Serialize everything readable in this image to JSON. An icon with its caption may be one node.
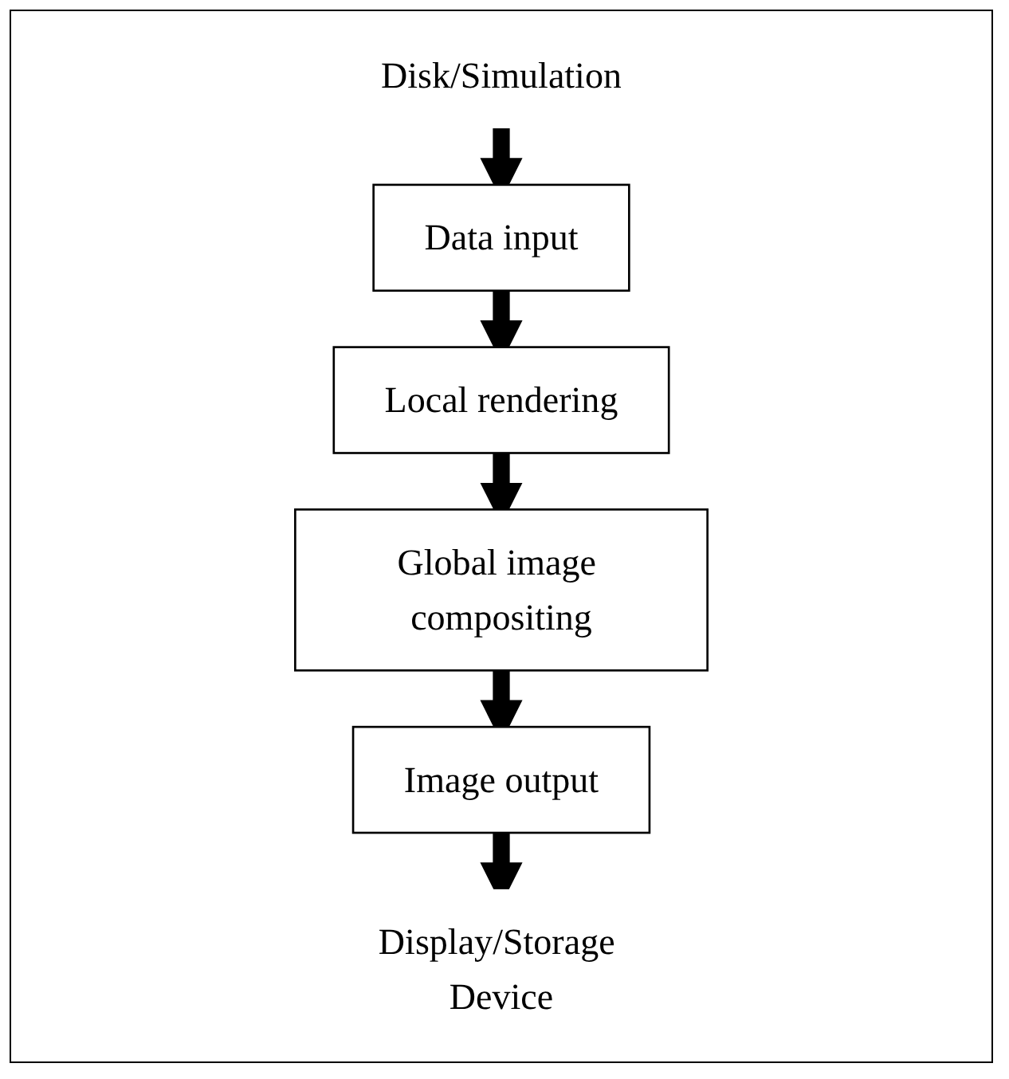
{
  "diagram": {
    "nodes": [
      {
        "text": [
          "Disk/Simulation"
        ]
      },
      {
        "text": [
          "Data input"
        ]
      },
      {
        "text": [
          "Local rendering"
        ]
      },
      {
        "text": [
          "Global image compositing"
        ]
      },
      {
        "text": [
          "Image output"
        ]
      },
      {
        "text": [
          "Display/Storage Device"
        ]
      }
    ],
    "edges": [
      {
        "from": 0,
        "to": 1,
        "arrow": "to"
      },
      {
        "from": 1,
        "to": 2,
        "arrow": "to"
      },
      {
        "from": 2,
        "to": 3,
        "arrow": "to"
      },
      {
        "from": 3,
        "to": 4,
        "arrow": "to"
      },
      {
        "from": 4,
        "to": 5,
        "arrow": "to"
      }
    ]
  }
}
